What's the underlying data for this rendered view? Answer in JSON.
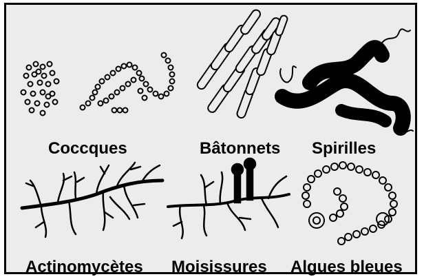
{
  "labels": {
    "cocci": "Coccques",
    "bacilli": "Bâtonnets",
    "spirilla": "Spirilles",
    "actinomycetes": "Actinomycètes",
    "molds": "Moisissures",
    "blue_algae": "Algues bleues"
  },
  "colors": {
    "background": "#ececec",
    "ink": "#000000"
  }
}
